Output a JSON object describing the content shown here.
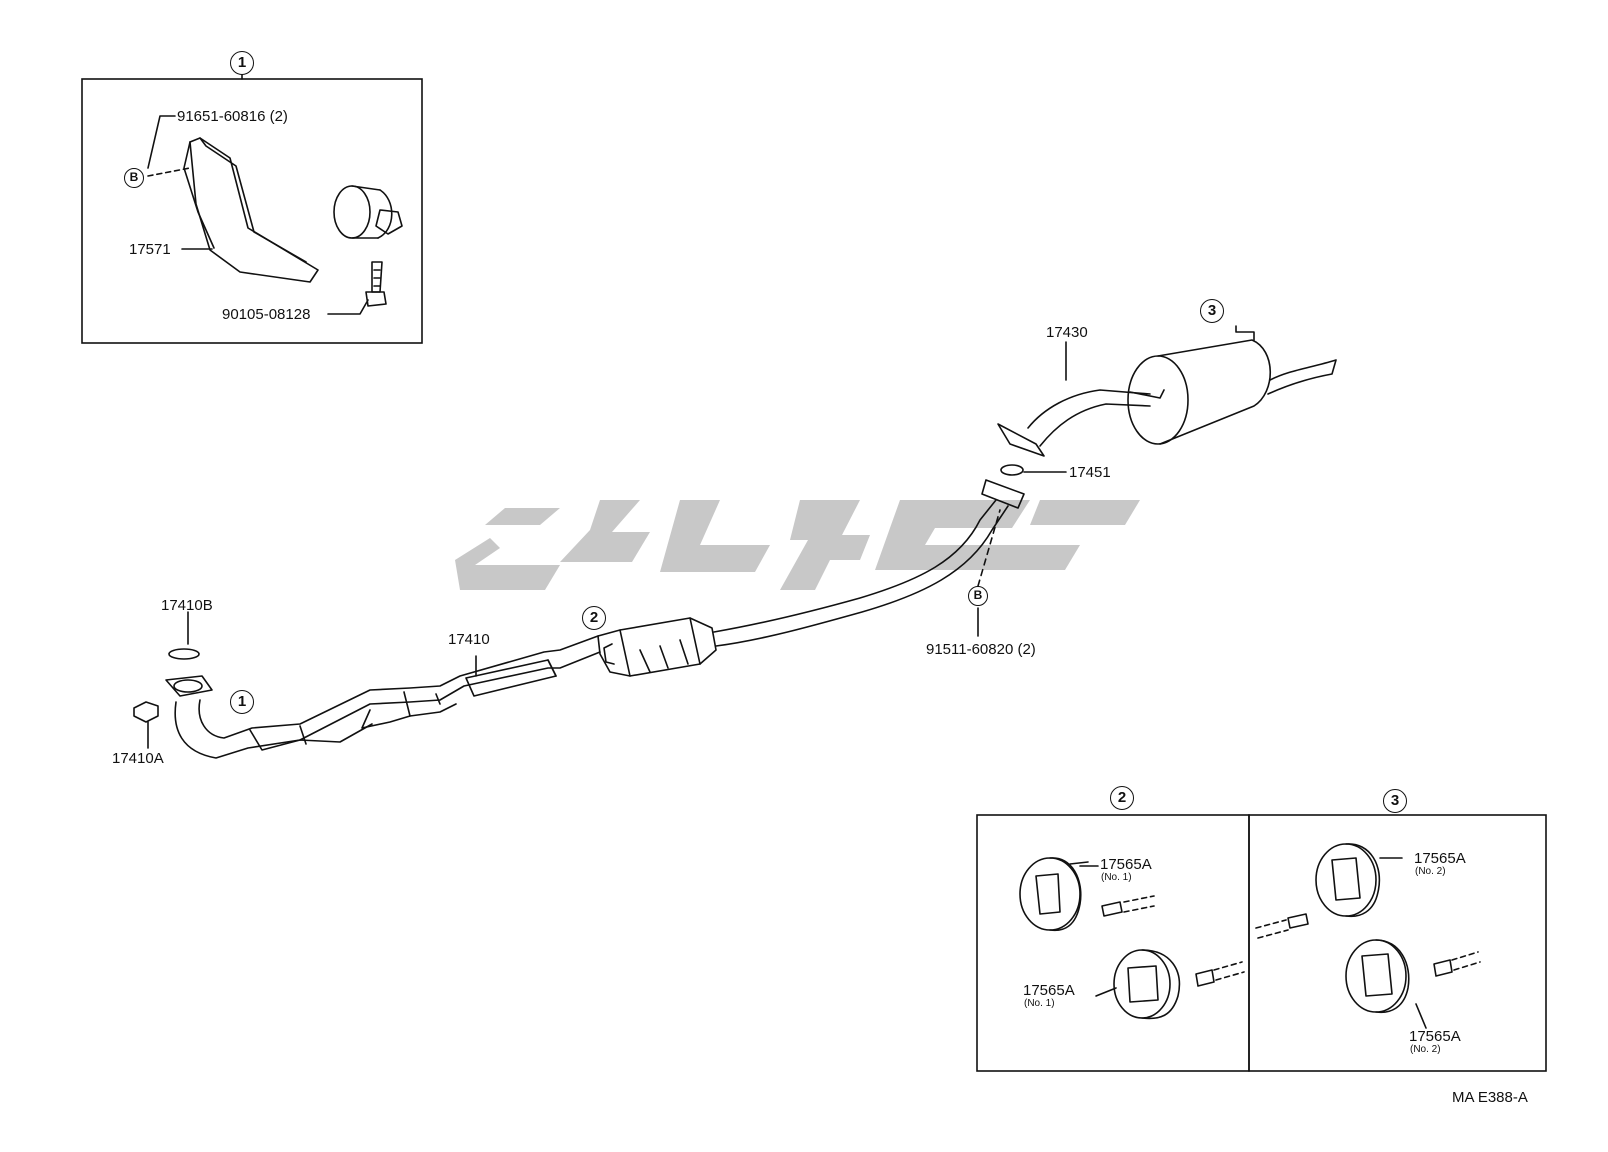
{
  "callouts": {
    "c1_box": "1",
    "c1_pipe": "1",
    "c2_main": "2",
    "c3_main": "3",
    "c2_box": "2",
    "c3_box": "3",
    "b_box1": "B",
    "b_main": "B"
  },
  "labels": {
    "p91651": "91651-60816 (2)",
    "p17571": "17571",
    "p90105": "90105-08128",
    "p17410B": "17410B",
    "p17410A": "17410A",
    "p17410": "17410",
    "p91511": "91511-60820 (2)",
    "p17430": "17430",
    "p17451": "17451",
    "h2a": "17565A",
    "h2a_sub": "(No. 1)",
    "h2b": "17565A",
    "h2b_sub": "(No. 1)",
    "h3a": "17565A",
    "h3a_sub": "(No. 2)",
    "h3b": "17565A",
    "h3b_sub": "(No. 2)"
  },
  "diagram_code": "MA E388-A",
  "watermark_color": "#c8c8c8",
  "line_color": "#111111"
}
